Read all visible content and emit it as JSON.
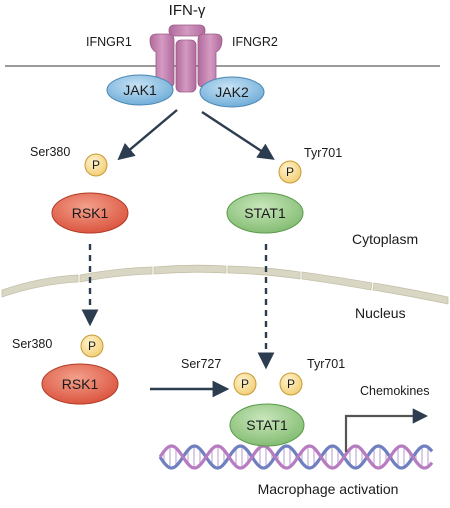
{
  "ligand": "IFN-γ",
  "receptors": {
    "r1": "IFNGR1",
    "r2": "IFNGR2"
  },
  "kinases": {
    "jak1": "JAK1",
    "jak2": "JAK2"
  },
  "phospho_symbol": "P",
  "sites": {
    "rsk1_cyto": "Ser380",
    "stat1_cyto": "Tyr701",
    "rsk1_nuc": "Ser380",
    "stat1_nuc_ser": "Ser727",
    "stat1_nuc_tyr": "Tyr701"
  },
  "proteins": {
    "rsk1_cyto": "RSK1",
    "stat1_cyto": "STAT1",
    "rsk1_nuc": "RSK1",
    "stat1_nuc": "STAT1"
  },
  "compartments": {
    "cytoplasm": "Cytoplasm",
    "nucleus": "Nucleus"
  },
  "outputs": {
    "gene_target": "Chemokines",
    "outcome": "Macrophage activation"
  },
  "colors": {
    "receptor": "#c37fae",
    "receptor_dark": "#9c5c88",
    "jak": "#7cb7df",
    "jak_dark": "#4a87b4",
    "rsk1": "#e2634a",
    "rsk1_dark": "#b23a24",
    "stat1": "#8fc57e",
    "stat1_dark": "#5b9a4b",
    "phospho": "#f7d88a",
    "phospho_dark": "#c99b36",
    "arrow": "#2c3d4f",
    "membrane": "#9a9a9a",
    "nuclear_envelope": "#d9d6c4",
    "dna_a": "#6f7fc0",
    "dna_b": "#b77bc0"
  }
}
